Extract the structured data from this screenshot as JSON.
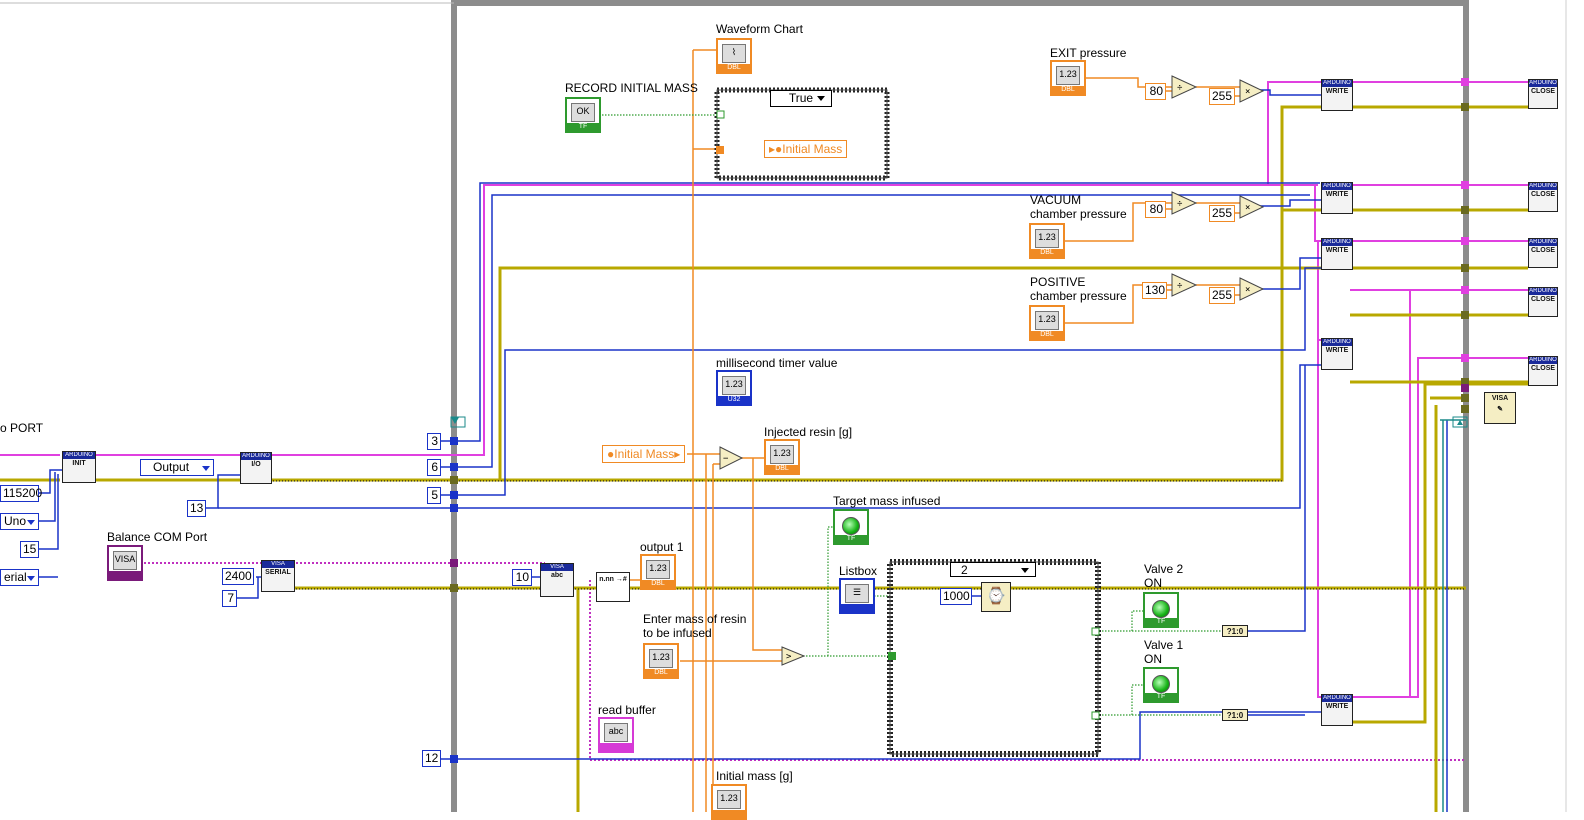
{
  "labels": {
    "port": "o PORT",
    "balance_com_port": "Balance COM Port",
    "waveform_chart": "Waveform Chart",
    "record_initial_mass": "RECORD INITIAL MASS",
    "exit_pressure": "EXIT pressure",
    "vacuum_chamber_pressure": "VACUUM\nchamber pressure",
    "positive_chamber_pressure": "POSITIVE\nchamber pressure",
    "millisecond_timer_value": "millisecond timer value",
    "injected_resin": "Injected resin [g]",
    "target_mass_infused": "Target mass infused",
    "listbox": "Listbox",
    "output_1": "output 1",
    "enter_mass": "Enter mass of resin\nto be infused",
    "read_buffer": "read buffer",
    "valve_2_on": "Valve 2\nON",
    "valve_1_on": "Valve 1\nON",
    "initial_mass_g": "Initial mass [g]"
  },
  "constants": {
    "baud": "115200",
    "board": "Uno",
    "pin_15": "15",
    "conn": "erial",
    "output_mode": "Output",
    "pin_13": "13",
    "pin_3": "3",
    "pin_6": "6",
    "pin_5": "5",
    "pin_12": "12",
    "baud_2400": "2400",
    "data_bits_7": "7",
    "byte_count_10": "10",
    "div_80_exit": "80",
    "mul_255_exit": "255",
    "div_80_vac": "80",
    "mul_255_vac": "255",
    "div_130_pos": "130",
    "mul_255_pos": "255",
    "wait_1000": "1000"
  },
  "structures": {
    "case_true": "True",
    "case_2": "2",
    "local_initial_mass": "Initial Mass",
    "local_initial_mass_2": "Initial Mass"
  },
  "terminals": {
    "dbl": "DBL",
    "tf": "TF",
    "u32": "U32",
    "ok": "OK",
    "num": "1.23",
    "abc": "abc",
    "visa": "VISA"
  },
  "subvis": {
    "arduino": "ARDUINO",
    "init": "INIT",
    "write": "WRITE",
    "close": "CLOSE",
    "io": "I/O",
    "serial": "SERIAL",
    "visa": "VISA",
    "bool_to_num": "?1:0"
  },
  "colors": {
    "frame": "#8c8c8c",
    "blue_wire": "#1a33c8",
    "orange_wire": "#f08a24",
    "pink_wire": "#e040e0",
    "green_wire": "#2e9a2e",
    "visa_wire": "#7a1a7a"
  }
}
